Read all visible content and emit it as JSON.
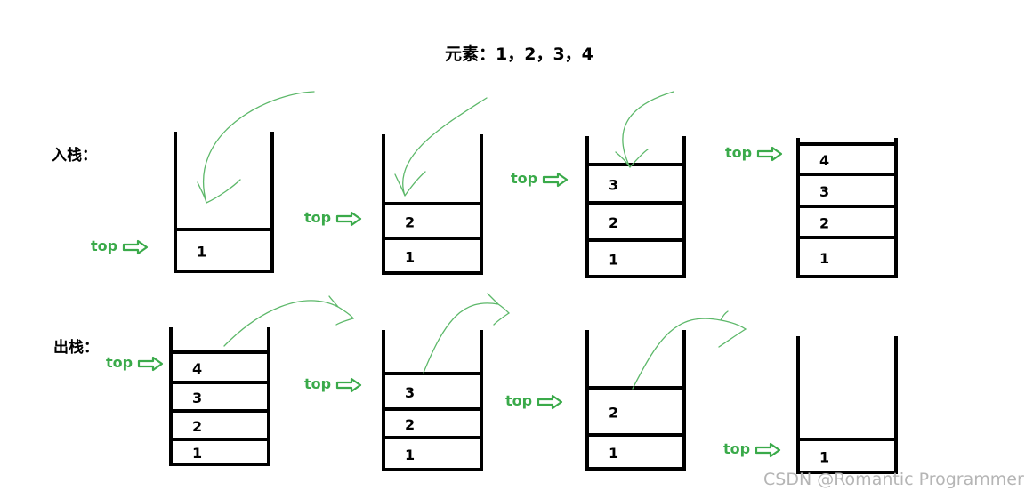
{
  "title": "元素：1，2，3，4",
  "labels": {
    "push": "入栈：",
    "pop": "出栈："
  },
  "pointer_label": "top",
  "watermark": "CSDN @Romantic Programmer",
  "colors": {
    "stroke": "#000000",
    "pointer": "#3aaa4a",
    "curve": "#5db86a",
    "watermark": "#b5b5b5"
  },
  "push_states": [
    {
      "cells": [
        "1"
      ]
    },
    {
      "cells": [
        "1",
        "2"
      ]
    },
    {
      "cells": [
        "1",
        "2",
        "3"
      ]
    },
    {
      "cells": [
        "1",
        "2",
        "3",
        "4"
      ]
    }
  ],
  "pop_states": [
    {
      "cells": [
        "1",
        "2",
        "3",
        "4"
      ]
    },
    {
      "cells": [
        "1",
        "2",
        "3"
      ]
    },
    {
      "cells": [
        "1",
        "2"
      ]
    },
    {
      "cells": [
        "1"
      ]
    }
  ]
}
